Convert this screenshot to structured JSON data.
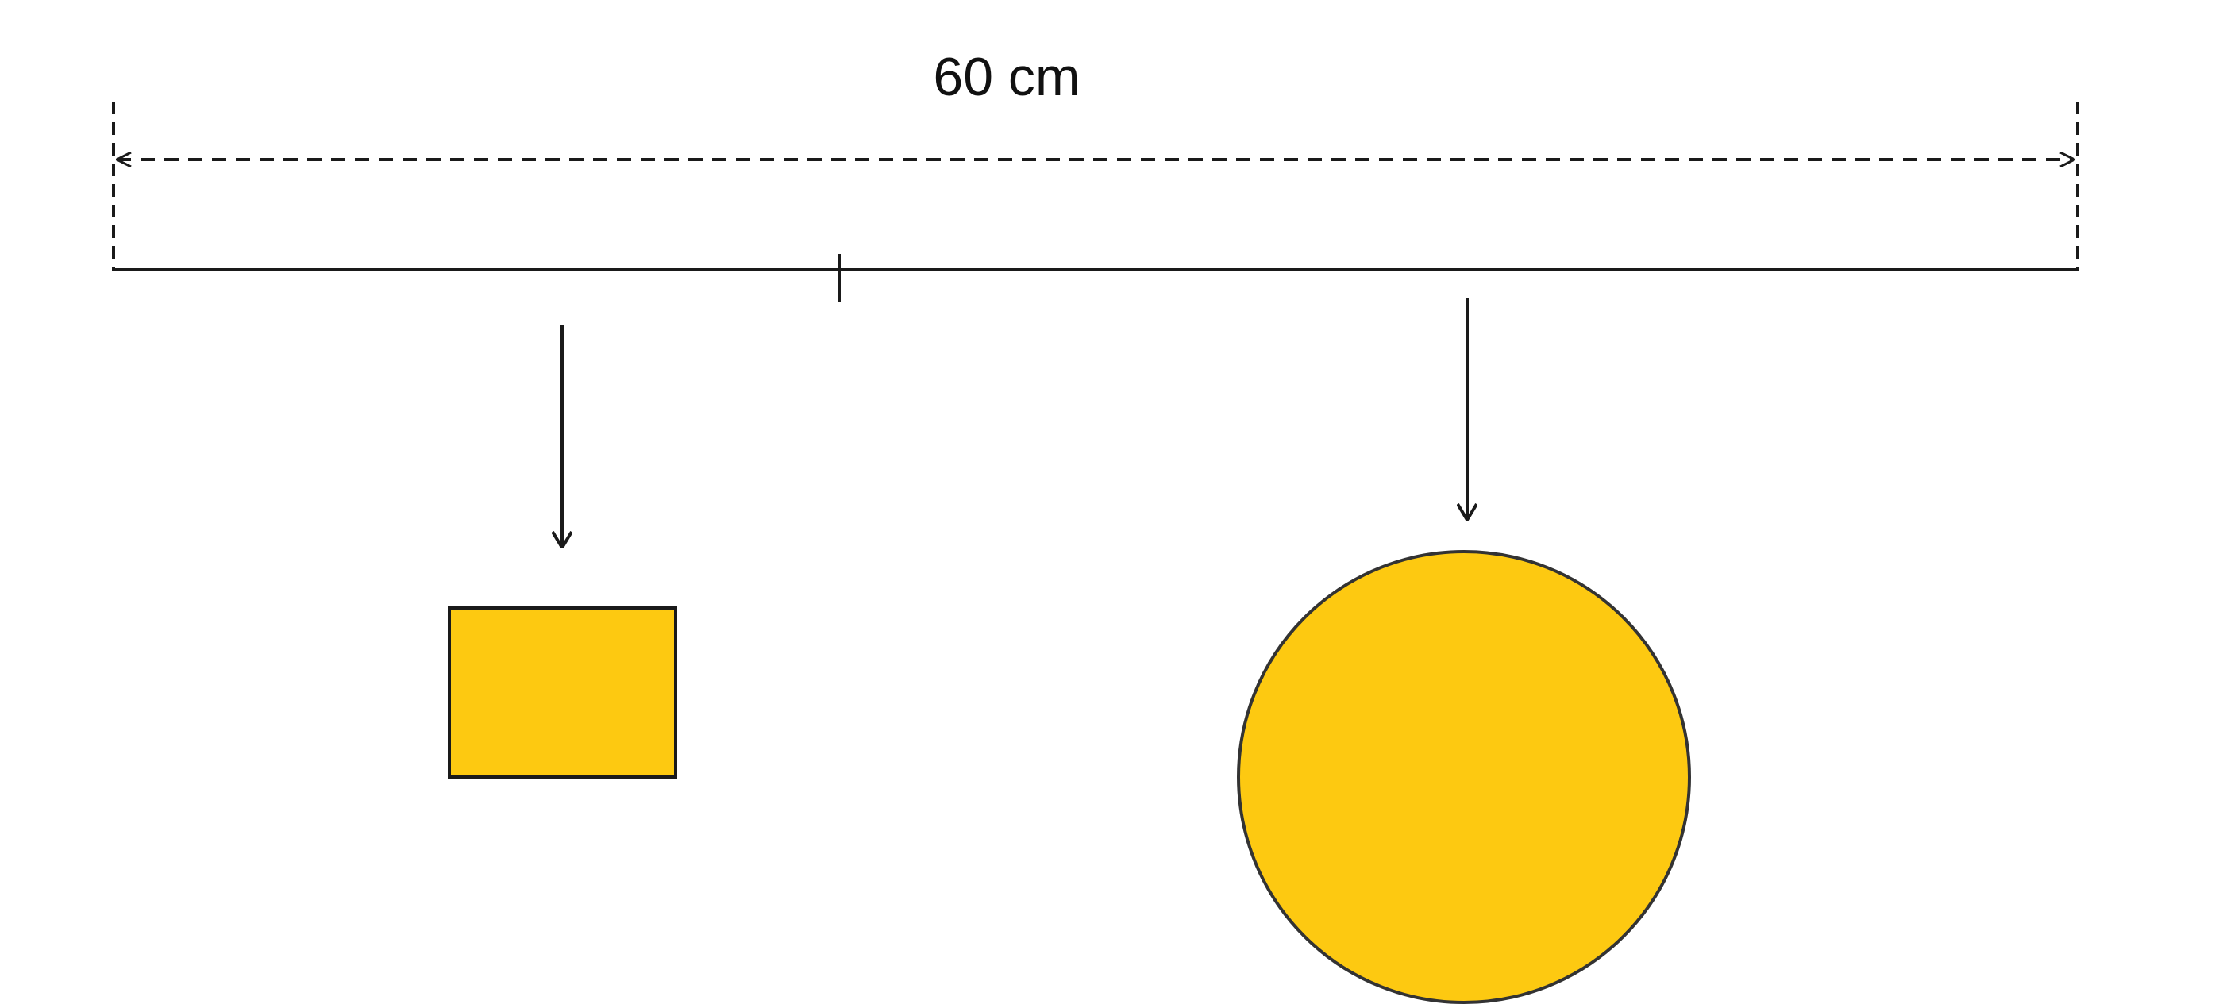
{
  "diagram": {
    "dimension_label": "60 cm",
    "colors": {
      "shape_fill": "#fdc911",
      "stroke": "#1a1a1a",
      "background": "#ffffff"
    },
    "shapes": [
      "rectangle",
      "circle"
    ]
  }
}
